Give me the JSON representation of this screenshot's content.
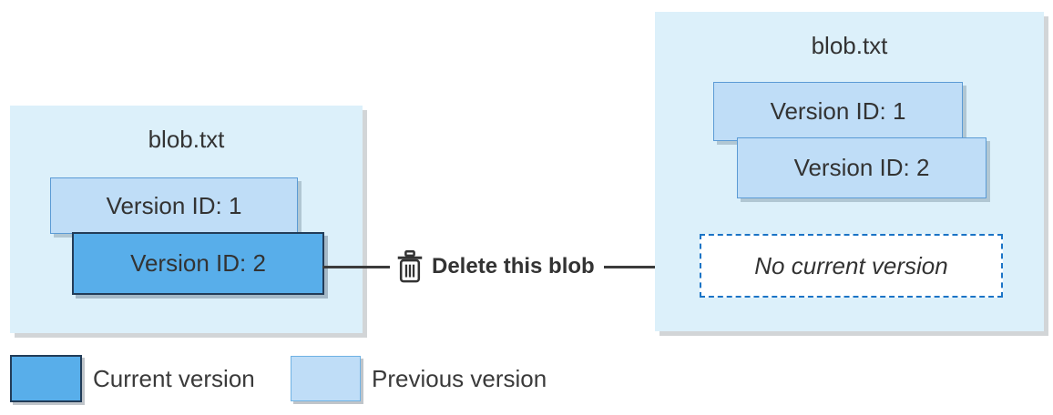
{
  "before_blob": {
    "title": "blob.txt",
    "versions": [
      {
        "label": "Version ID: 1",
        "state": "previous"
      },
      {
        "label": "Version ID: 2",
        "state": "current"
      }
    ]
  },
  "action": {
    "icon": "trash-icon",
    "label": "Delete this blob"
  },
  "after_blob": {
    "title": "blob.txt",
    "versions": [
      {
        "label": "Version ID: 1",
        "state": "previous"
      },
      {
        "label": "Version ID: 2",
        "state": "previous"
      }
    ],
    "no_current_label": "No current version"
  },
  "legend": {
    "items": [
      {
        "label": "Current version",
        "color": "#58AEEA"
      },
      {
        "label": "Previous version",
        "color": "#BFDDF7"
      }
    ]
  },
  "colors": {
    "container_bg": "#DCF0FA",
    "current_fill": "#58AEEA",
    "current_border": "#223C58",
    "previous_fill": "#BFDDF7",
    "previous_border": "#5B9BD5",
    "dashed_border": "#1B74C6",
    "line": "#3B3B3B",
    "text": "#333333"
  }
}
